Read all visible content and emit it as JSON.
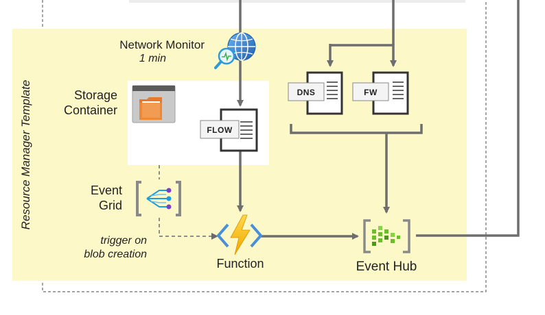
{
  "template_label": "Resource Manager Template",
  "nodes": {
    "network_monitor": {
      "title": "Network Monitor",
      "interval": "1 min"
    },
    "storage_container": {
      "line1": "Storage",
      "line2": "Container"
    },
    "flow_doc": {
      "label": "FLOW"
    },
    "dns_doc": {
      "label": "DNS"
    },
    "fw_doc": {
      "label": "FW"
    },
    "event_grid": {
      "line1": "Event",
      "line2": "Grid"
    },
    "trigger_note": {
      "line1": "trigger on",
      "line2": "blob creation"
    },
    "function": {
      "label": "Function"
    },
    "event_hub": {
      "label": "Event Hub"
    }
  },
  "colors": {
    "template_bg": "#fdf8c8",
    "storage_bg": "#ffffff",
    "top_band": "#ececec",
    "line": "#6e6e6e",
    "dashed": "#6a6a6a",
    "function_bolt": "#f7c41b",
    "function_brackets": "#4a90d9",
    "event_hub_green": "#6cbf2a",
    "event_grid_blue": "#1b9de2",
    "globe_blue": "#2e74c8",
    "folder_orange": "#e8782a"
  },
  "icons": {
    "network_monitor": "globe-magnifier-icon",
    "storage_container": "folder-window-icon",
    "event_grid": "event-grid-icon",
    "function": "lightning-bolt-icon",
    "event_hub": "event-hub-icon"
  }
}
